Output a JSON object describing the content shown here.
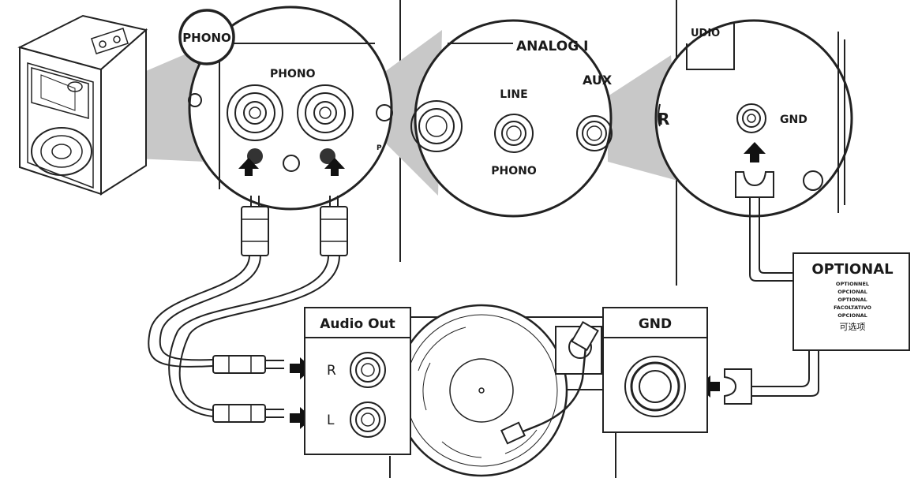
{
  "callouts": {
    "phono_badge": "PHONO",
    "phono_panel_label": "PHONO",
    "analog_header": "ANALOG I",
    "line_label": "LINE",
    "aux_label": "AUX",
    "phono_under_line": "PHONO",
    "audio_fragment": "UDIO",
    "r_fragment": "R",
    "gnd_label": "GND"
  },
  "optional": {
    "title": "OPTIONAL",
    "translations": [
      "OPTIONNEL",
      "OPCIONAL",
      "OPTIONAL",
      "FACOLTATIVO",
      "OPCIONAL",
      "可选项"
    ]
  },
  "audio_out": {
    "title": "Audio Out",
    "r_label": "R",
    "l_label": "L"
  },
  "gnd_box": {
    "title": "GND"
  },
  "colors": {
    "line": "#222222",
    "callout_shade": "#c8c8c8",
    "background": "#ffffff"
  }
}
